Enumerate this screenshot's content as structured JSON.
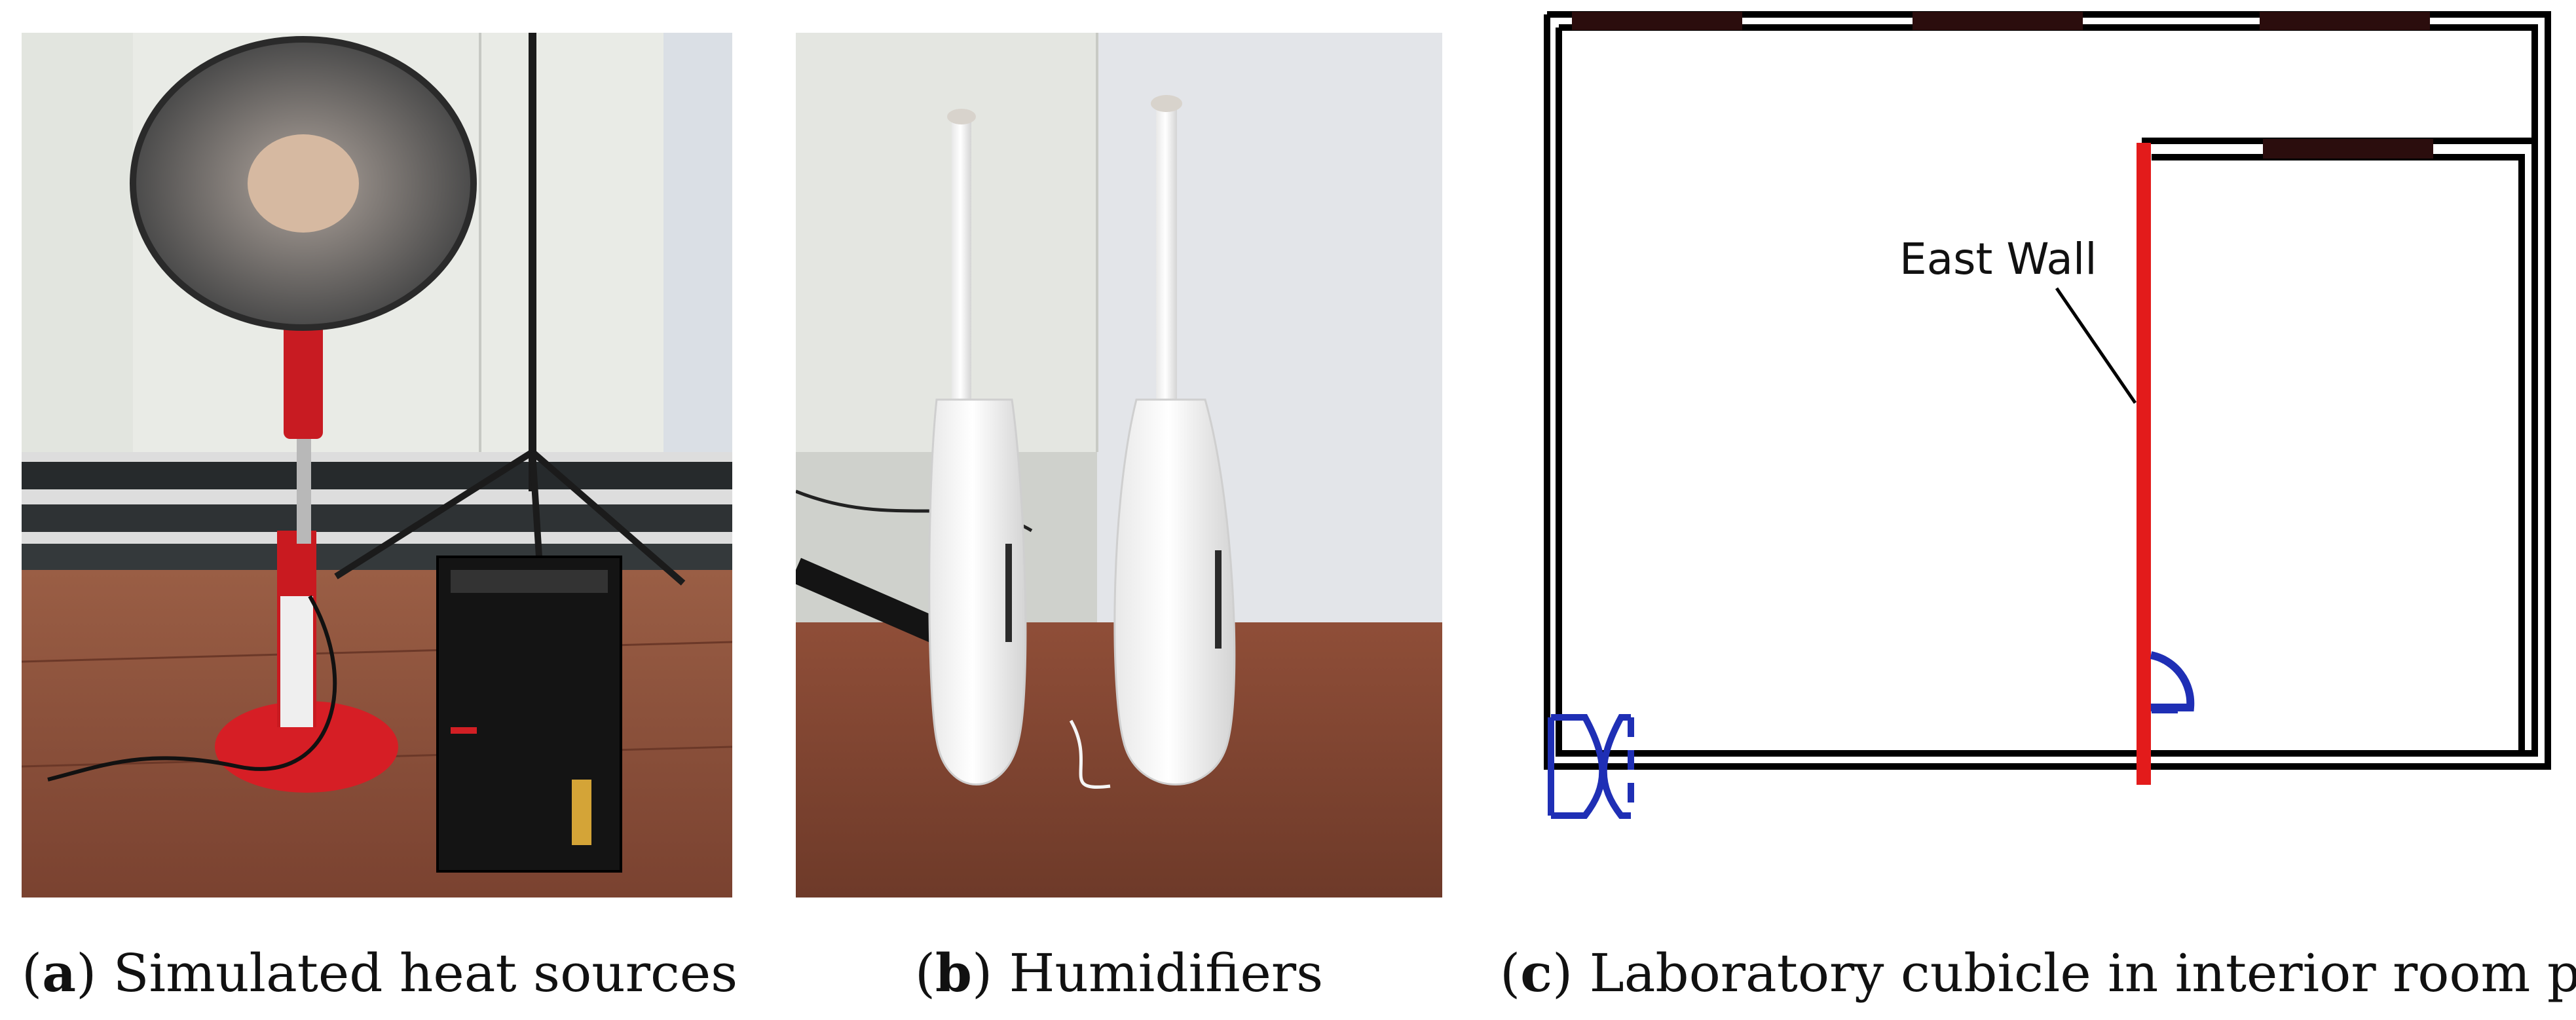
{
  "panels": [
    {
      "letter": "a",
      "caption": "Simulated heat sources"
    },
    {
      "letter": "b",
      "caption": "Humidifiers"
    },
    {
      "letter": "c",
      "caption": "Laboratory cubicle in interior room plan"
    }
  ],
  "floor_plan": {
    "wall_label": "East Wall"
  },
  "colors": {
    "wall_outline": "#000000",
    "window": "#2b0d0d",
    "east_wall": "#e31b1b",
    "door": "#1f2fb5"
  }
}
